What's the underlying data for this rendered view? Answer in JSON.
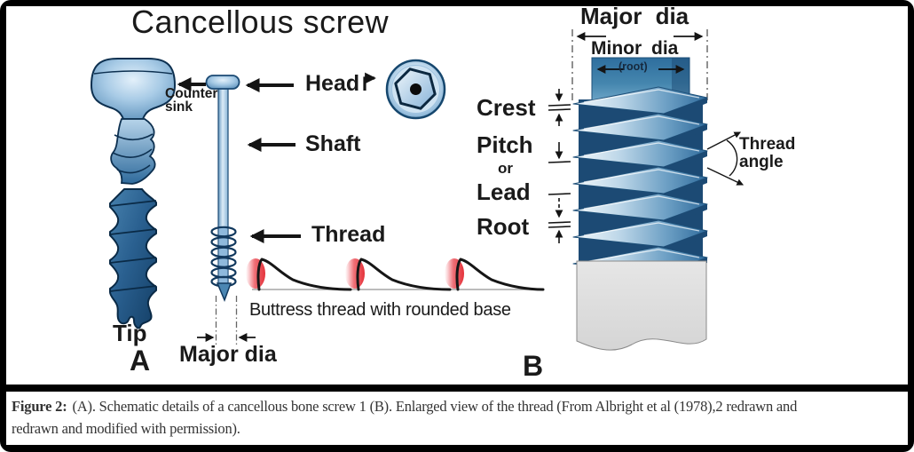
{
  "title": "Cancellous screw",
  "panel_a": {
    "panel_label": "A",
    "counter_sink_label": "Counter sink",
    "head_label": "Head",
    "shaft_label": "Shaft",
    "thread_label": "Thread",
    "tip_label": "Tip",
    "major_dia_label": "Major dia",
    "buttress_caption": "Buttress thread with rounded base"
  },
  "panel_b": {
    "panel_label": "B",
    "major_dia_label": "Major dia",
    "minor_dia_label": "Minor dia",
    "root_top_label": "(root)",
    "crest_label": "Crest",
    "pitch_label": "Pitch",
    "or_label": "or",
    "lead_label": "Lead",
    "root_label": "Root",
    "thread_angle_label": "Thread angle"
  },
  "caption": {
    "figure_label": "Figure 2:",
    "line1": "(A).  Schematic details of a cancellous bone screw 1 (B).  Enlarged view of the thread (From Albright et al (1978),2 redrawn and",
    "line2": "redrawn and modified with permission)."
  },
  "colors": {
    "screw_outline": "#0d3050",
    "screw_dark_blue": "#1c4a74",
    "screw_mid_blue": "#3b7ca5",
    "screw_light_blue": "#cfe3f2",
    "profile_red": "#e5333b",
    "label_text": "#1a1a1a",
    "caption_text": "#333333",
    "frame": "#000000"
  }
}
